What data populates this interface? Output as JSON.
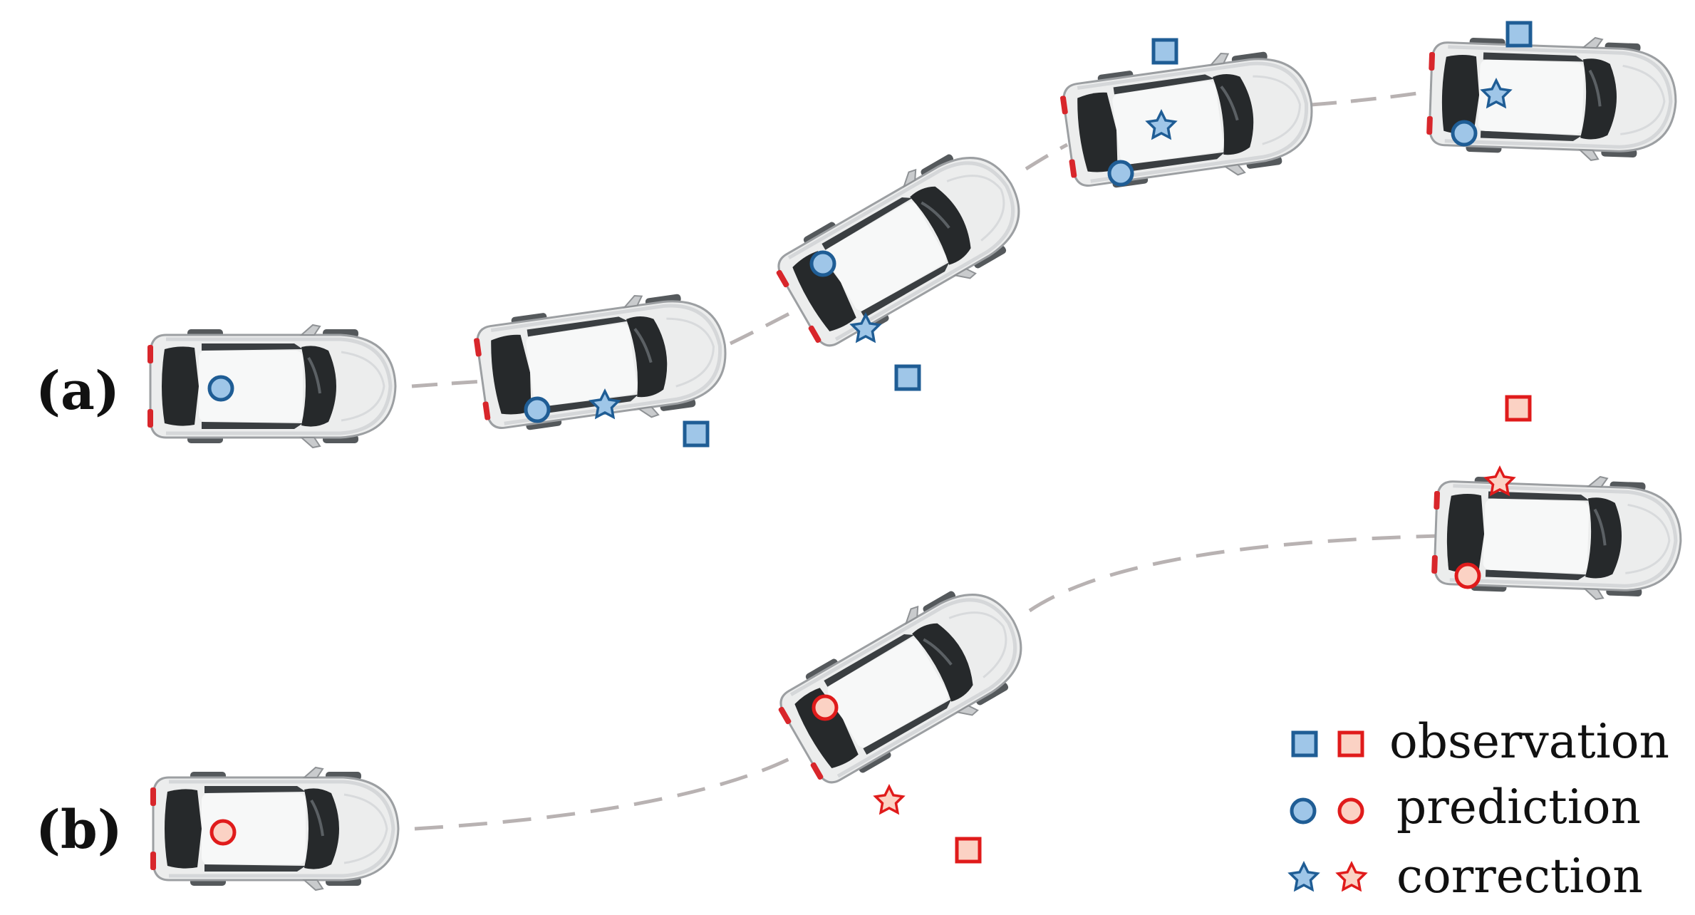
{
  "panels": [
    {
      "label": "(a)"
    },
    {
      "label": "(b)"
    }
  ],
  "legend": {
    "observation": "observation",
    "prediction": "prediction",
    "correction": "correction"
  },
  "colors": {
    "blue_stroke": "#1f5d95",
    "blue_fill": "#9fc6e8",
    "red_stroke": "#e01b1b",
    "red_fill": "#fbd2c4",
    "path": "#b8b2b2",
    "car_body": "#ecedee",
    "car_glass": "#26292b",
    "car_roof": "#f6f7f7"
  },
  "icons": [
    "car-icon",
    "square-marker",
    "circle-marker",
    "star-marker"
  ]
}
